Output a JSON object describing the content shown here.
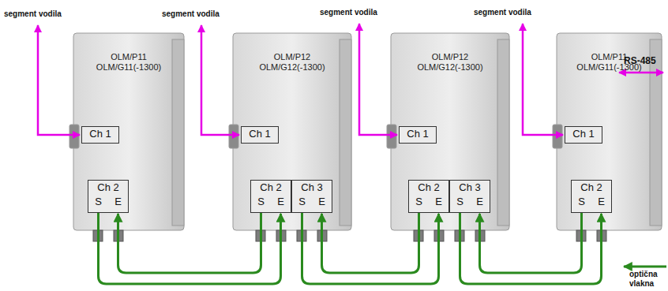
{
  "diagram": {
    "nodes": [
      {
        "text": [
          "OLM/P11",
          "OLM/G11(-1300)"
        ]
      },
      {
        "text": [
          "Ch 1"
        ],
        "in": 0
      },
      {
        "text": [
          "Ch 2",
          "S",
          "E"
        ],
        "in": 0
      },
      {
        "text": [
          "OLM/P12",
          "OLM/G12(-1300)"
        ]
      },
      {
        "text": [
          "Ch 1"
        ],
        "in": 3
      },
      {
        "text": [
          "Ch 2",
          "S",
          "E"
        ],
        "in": 3
      },
      {
        "text": [
          "Ch 3",
          "S",
          "E"
        ],
        "in": 3
      },
      {
        "text": [
          "OLM/P12",
          "OLM/G12(-1300)"
        ]
      },
      {
        "text": [
          "Ch 1"
        ],
        "in": 7
      },
      {
        "text": [
          "Ch 2",
          "S",
          "E"
        ],
        "in": 7
      },
      {
        "text": [
          "Ch 3",
          "S",
          "E"
        ],
        "in": 7
      },
      {
        "text": [
          "OLM/P11",
          "OLM/G11(-1300)"
        ]
      },
      {
        "text": [
          "Ch 1"
        ],
        "in": 11
      },
      {
        "text": [
          "Ch 2",
          "S",
          "E"
        ],
        "in": 11
      }
    ],
    "edges": [
      {
        "from": 2,
        "to": 5,
        "arrow": "to"
      },
      {
        "from": 5,
        "to": 2,
        "arrow": "to"
      },
      {
        "from": 6,
        "to": 9,
        "arrow": "to"
      },
      {
        "from": 9,
        "to": 6,
        "arrow": "to"
      },
      {
        "from": 10,
        "to": 13,
        "arrow": "to"
      },
      {
        "from": 13,
        "to": 10,
        "arrow": "to"
      }
    ],
    "labels": [
      "segment vodila",
      "segment vodila",
      "segment vodila",
      "segment vodila",
      "RS-485",
      "optična vlakna"
    ]
  }
}
